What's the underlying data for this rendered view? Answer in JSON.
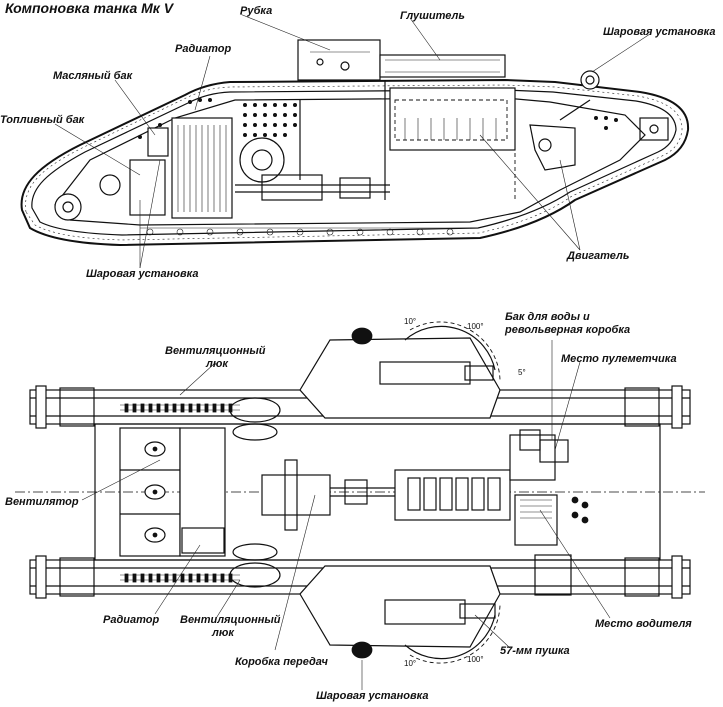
{
  "title": "Компоновка танка Мк V",
  "side_view": {
    "labels": {
      "rubka": "Рубка",
      "glushitel": "Глушитель",
      "sharovaya_right": "Шаровая установка",
      "radiator": "Радиатор",
      "maslyany_bak": "Масляный бак",
      "toplivny_bak": "Топливный бак",
      "sharovaya_bottom": "Шаровая установка",
      "dvigatel": "Двигатель"
    }
  },
  "plan_view": {
    "labels": {
      "bak_vody": "Бак для воды и",
      "revolvernaya": "револьверная коробка",
      "ventilyatsionny_top_1": "Вентиляционный",
      "ventilyatsionny_top_2": "люк",
      "mesto_pulemetchika": "Место пулеметчика",
      "ventilyator": "Вентилятор",
      "radiator": "Радиатор",
      "ventilyatsionny_bottom_1": "Вентиляционный",
      "ventilyatsionny_bottom_2": "люк",
      "mesto_voditelya": "Место водителя",
      "korobka_peredach": "Коробка передач",
      "pushka": "57-мм пушка",
      "sharovaya_bottom": "Шаровая установка"
    },
    "angles": {
      "top_10": "10°",
      "top_100": "100°",
      "top_5": "5°",
      "bottom_10": "10°",
      "bottom_100": "100°"
    }
  }
}
